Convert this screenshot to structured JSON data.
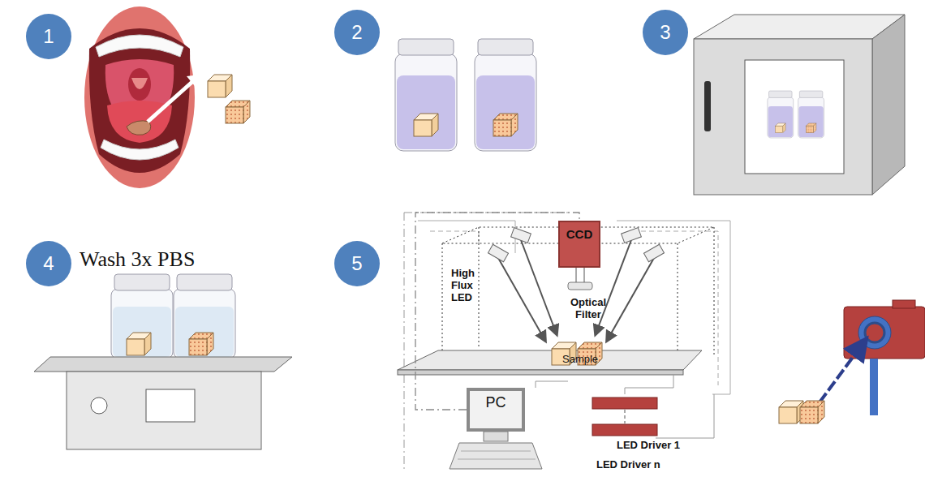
{
  "diagram": {
    "nodes": [
      {
        "text": [
          "1"
        ]
      },
      {
        "text": [
          "2"
        ]
      },
      {
        "text": [
          "3"
        ]
      },
      {
        "text": [
          "4"
        ]
      },
      {
        "text": [
          "5"
        ]
      },
      {
        "text": [
          "CCD"
        ]
      },
      {
        "text": [
          "PC"
        ]
      }
    ],
    "edges": [
      {
        "from": 6,
        "to": 5,
        "arrow": "none"
      }
    ],
    "labels": [
      "Wash 3x PBS",
      "High Flux LED",
      "Optical Filter",
      "Sample",
      "LED Driver 1",
      "LED Driver n"
    ]
  }
}
